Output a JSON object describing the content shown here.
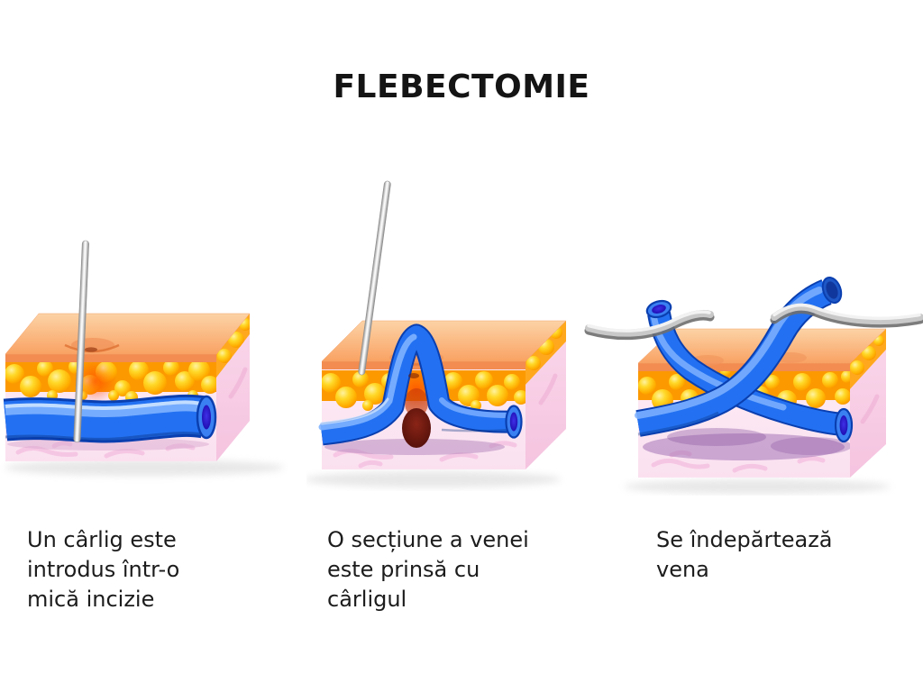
{
  "title": "FLEBECTOMIE",
  "steps": [
    {
      "caption": "Un cârlig este introdus într-o mică incizie",
      "illustration": "skin-block-with-hook-inserted-into-incision"
    },
    {
      "caption": "O secțiune a venei este prinsă cu cârligul",
      "illustration": "skin-block-with-vein-section-lifted-by-hook"
    },
    {
      "caption": "Se îndepărtează vena",
      "illustration": "skin-block-with-vein-pulled-out-by-two-hooks"
    }
  ],
  "palette": {
    "background": "#FFFFFF",
    "text": "#1C1C1C",
    "skin_top": "#F9A263",
    "skin_cut_edge": "#F28C50",
    "fat_yellow": "#FFD929",
    "fat_orange": "#F68A00",
    "tissue_pink": "#FBE2F1",
    "side_pink": "#F6C6E1",
    "vein_blue": "#2371F2",
    "vein_dark": "#0A3FB0",
    "vein_highlight": "#7FB2FF",
    "vein_lumen": "#1C0CAE",
    "incision_red": "#FF4B00",
    "hook_metal_light": "#F2F2F2",
    "hook_metal_dark": "#6E6E6E"
  }
}
